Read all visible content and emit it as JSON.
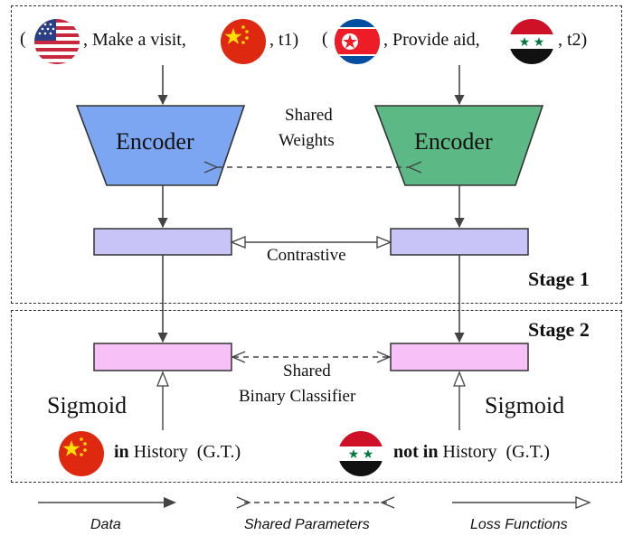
{
  "input_left": {
    "open": "(",
    "action": ", Make a visit,",
    "time": ", t1)"
  },
  "input_right": {
    "open": "(",
    "action": ", Provide aid,",
    "time": ", t2)"
  },
  "encoder_left": "Encoder",
  "encoder_right": "Encoder",
  "shared_weights": [
    "Shared",
    "Weights"
  ],
  "contrastive": "Contrastive",
  "stage1": "Stage 1",
  "stage2": "Stage 2",
  "shared_classifier": [
    "Shared",
    "Binary Classifier"
  ],
  "sigmoid_left": "Sigmoid",
  "sigmoid_right": "Sigmoid",
  "gt_left": {
    "bold": "in",
    "rest": " History  (G.T.)"
  },
  "gt_right": {
    "bold": "not in",
    "rest": " History  (G.T.)"
  },
  "legend": {
    "data": "Data",
    "shared": "Shared Parameters",
    "loss": "Loss Functions"
  },
  "colors": {
    "encoder_left": "#7da6f2",
    "encoder_right": "#5cb885",
    "embed": "#c8c4f8",
    "classifier": "#f7c1f7"
  },
  "icons": [
    "usa-flag-icon",
    "china-flag-icon",
    "north-korea-flag-icon",
    "syria-flag-icon"
  ]
}
